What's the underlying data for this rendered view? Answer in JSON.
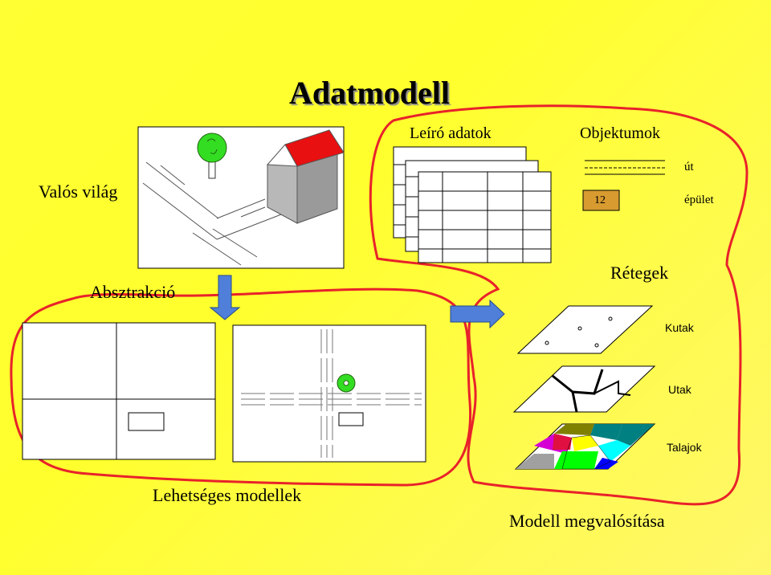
{
  "title": "Adatmodell",
  "labels": {
    "real_world": "Valós világ",
    "descriptive_data": "Leíró adatok",
    "objects": "Objektumok",
    "road": "út",
    "building": "épület",
    "building_number": "12",
    "abstraction": "Absztrakció",
    "layers": "Rétegek",
    "layer_wells": "Kutak",
    "layer_roads": "Utak",
    "layer_soils": "Talajok",
    "possible_models": "Lehetséges modellek",
    "model_implementation": "Modell megvalósítása"
  },
  "colors": {
    "outline": "#e8222a",
    "arrow": "#4f7fd9",
    "roof": "#e81010",
    "tree": "#33dd22",
    "wall": "#b8b8b8",
    "soil_layer": [
      "#d400d4",
      "#e01040",
      "#808000",
      "#008080",
      "#0000ff",
      "#ffff00",
      "#00ffff",
      "#00ff00",
      "#a0a0a0",
      "#e0e000"
    ]
  }
}
